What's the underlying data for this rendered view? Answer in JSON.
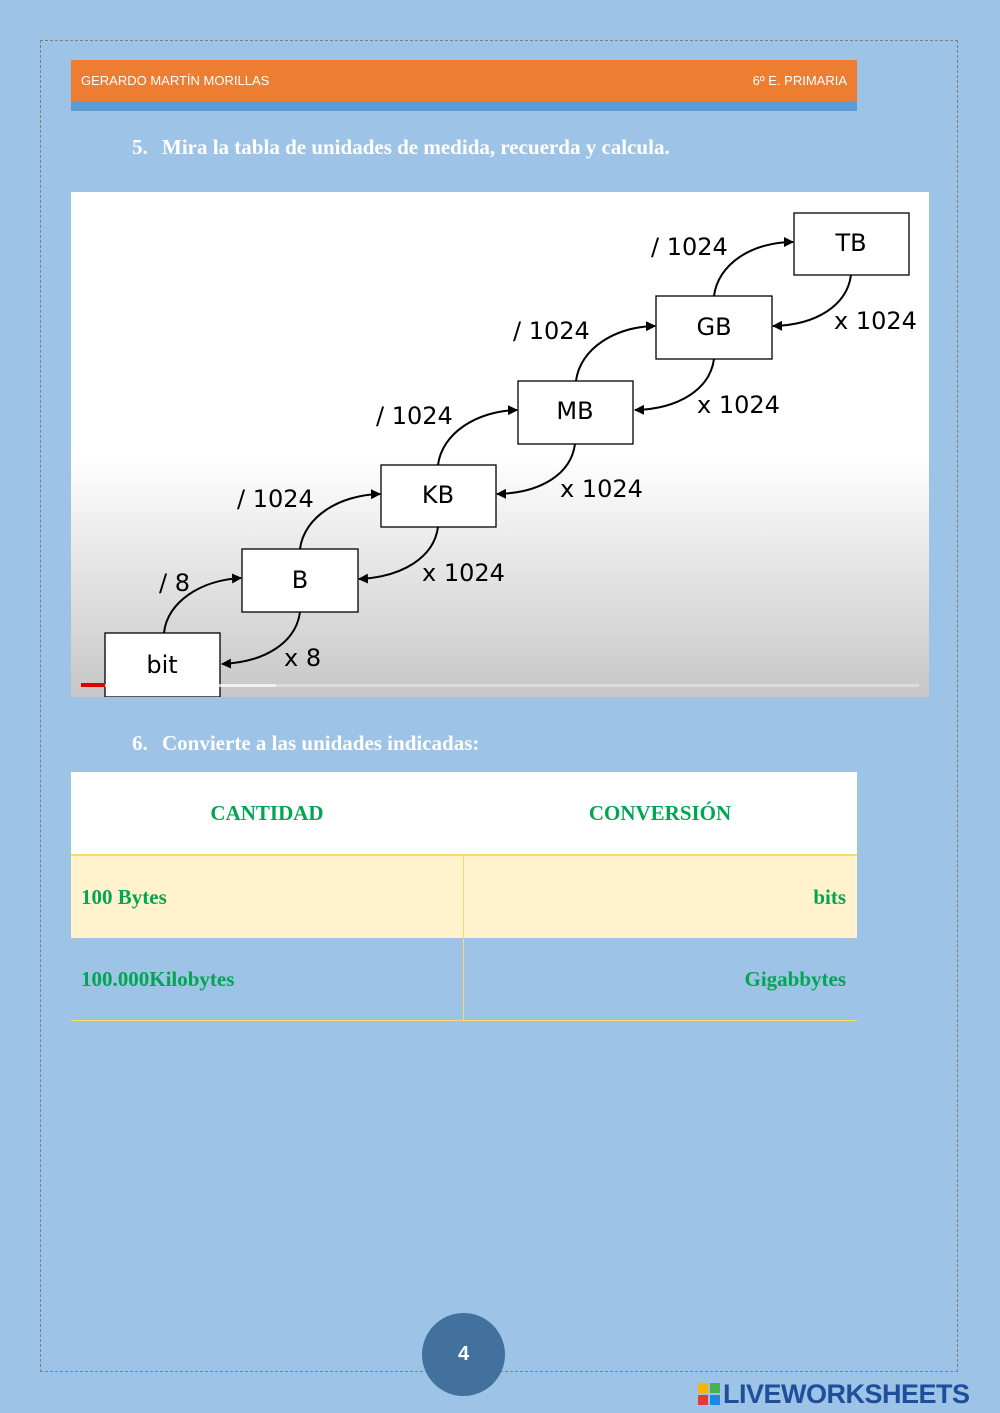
{
  "header": {
    "author": "GERARDO MARTÍN MORILLAS",
    "course": "6º E. PRIMARIA"
  },
  "section5": {
    "number": "5.",
    "instruction": "Mira la tabla de unidades de medida, recuerda y calcula."
  },
  "diagram": {
    "units": [
      "bit",
      "B",
      "KB",
      "MB",
      "GB",
      "TB"
    ],
    "up_labels": [
      "/ 8",
      "/ 1024",
      "/ 1024",
      "/ 1024",
      "/ 1024"
    ],
    "down_labels": [
      "x 8",
      "x 1024",
      "x 1024",
      "x 1024",
      "x 1024"
    ]
  },
  "section6": {
    "number": "6.",
    "instruction": "Convierte a las unidades indicadas:"
  },
  "table": {
    "headers": [
      "CANTIDAD",
      "CONVERSIÓN"
    ],
    "rows": [
      {
        "cantidad": "100 Bytes",
        "conversion": "bits"
      },
      {
        "cantidad": "100.000Kilobytes",
        "conversion": "Gigabbytes"
      }
    ]
  },
  "footer": {
    "page_number": "4",
    "brand": "LIVEWORKSHEETS"
  },
  "colors": {
    "background": "#9dc3e6",
    "header_bar": "#ed7d31",
    "table_text": "#00a651",
    "page_circle": "#41719c"
  }
}
